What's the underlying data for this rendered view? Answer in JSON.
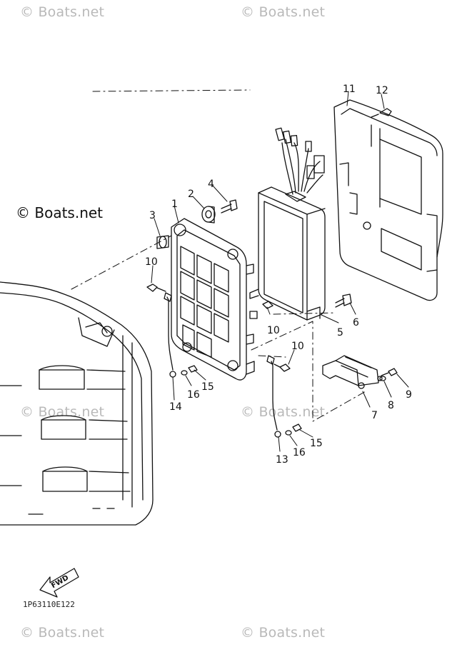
{
  "watermark": "© Boats.net",
  "copyright_main": "© Boats.net",
  "callouts": [
    "1",
    "2",
    "3",
    "4",
    "5",
    "6",
    "7",
    "8",
    "9",
    "10",
    "10",
    "10",
    "11",
    "12",
    "13",
    "14",
    "15",
    "15",
    "16",
    "16"
  ],
  "fwd_label": "FWD",
  "diagram_code": "1P63110E122",
  "colors": {
    "line": "#111111",
    "watermark": "#b9b9b9",
    "background": "#ffffff"
  }
}
